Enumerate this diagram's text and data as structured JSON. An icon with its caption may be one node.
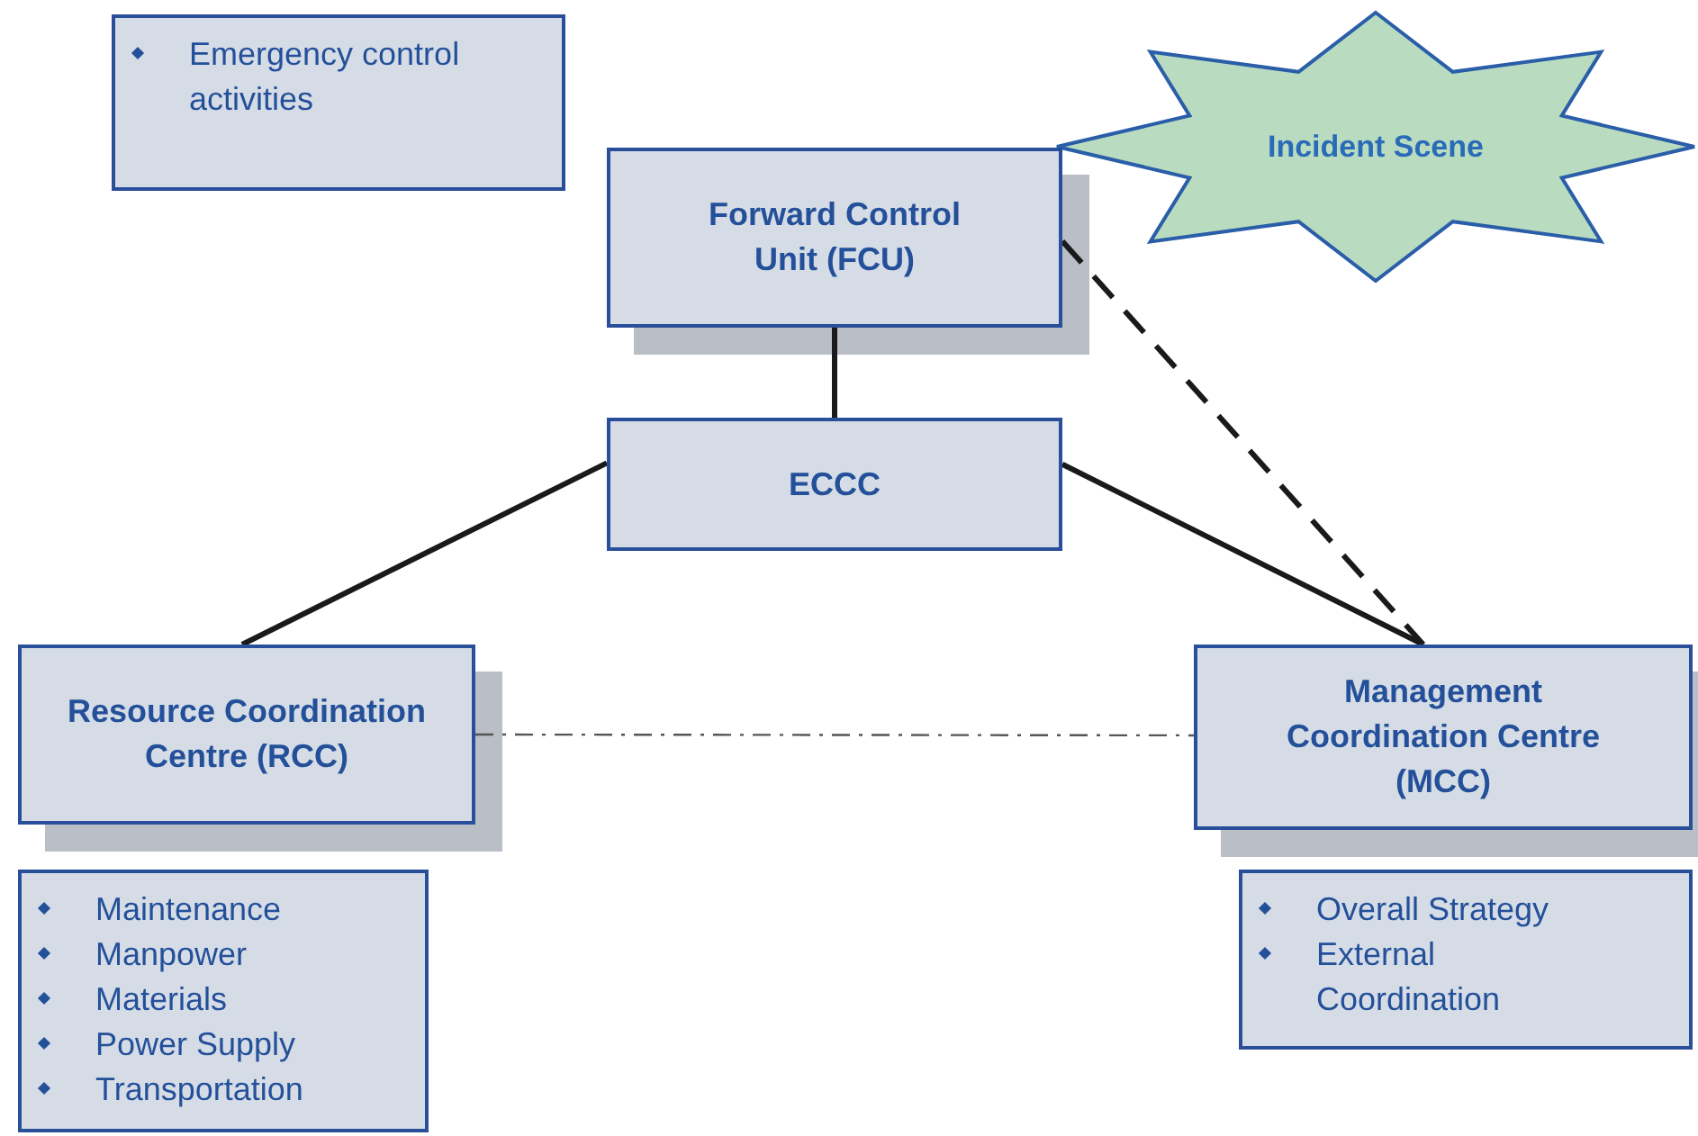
{
  "diagram": {
    "nodes": [
      {
        "text": [
          "Emergency control activities"
        ]
      },
      {
        "text": [
          "Incident Scene"
        ]
      },
      {
        "text": [
          "Forward Control Unit (FCU)"
        ]
      },
      {
        "text": [
          "ECCC"
        ]
      },
      {
        "text": [
          "Resource Coordination Centre (RCC)"
        ]
      },
      {
        "text": [
          "Management Coordination Centre (MCC)"
        ]
      },
      {
        "text": [
          "Maintenance",
          "Manpower",
          "Materials",
          "Power Supply",
          "Transportation"
        ]
      },
      {
        "text": [
          "Overall Strategy",
          "External Coordination"
        ]
      }
    ],
    "edges": [
      {
        "from": 2,
        "to": 3,
        "arrow": "none"
      },
      {
        "from": 3,
        "to": 4,
        "arrow": "none"
      },
      {
        "from": 3,
        "to": 5,
        "arrow": "none"
      },
      {
        "from": 2,
        "to": 5,
        "arrow": "none",
        "style": "dashed"
      },
      {
        "from": 4,
        "to": 5,
        "arrow": "none",
        "style": "dashed",
        "color": "#555555"
      }
    ]
  }
}
